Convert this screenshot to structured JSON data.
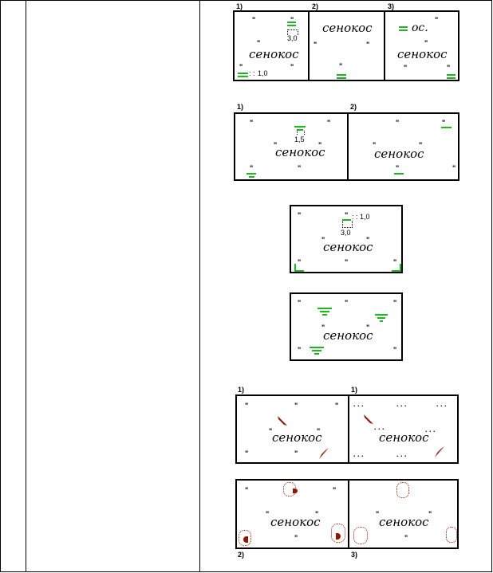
{
  "colors": {
    "green": "#22b522",
    "brown": "#8b1a00",
    "black": "#000000"
  },
  "word": "сенокос",
  "word_short": "ос.",
  "tick": "\"",
  "row_a": {
    "labels": [
      "1)",
      "2)",
      "3)"
    ],
    "numbers": [
      "3,0",
      "1,0"
    ],
    "num_prefix": ": :"
  },
  "row_b": {
    "labels": [
      "1)",
      "2)"
    ],
    "numbers": [
      "1,5"
    ]
  },
  "row_c": {
    "numbers": [
      "1,0",
      "3,0"
    ],
    "num_prefix": ": :"
  },
  "row_e": {
    "labels": [
      "1)",
      "1)"
    ],
    "dots": ". . ."
  },
  "row_f": {
    "labels": [
      "2)",
      "3)"
    ]
  }
}
